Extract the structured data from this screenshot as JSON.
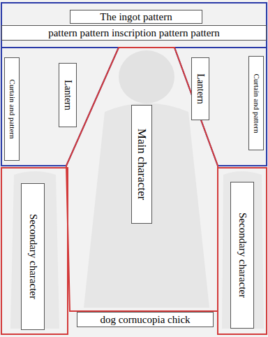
{
  "diagram": {
    "nodes": [
      {
        "text": [
          "The ingot pattern"
        ]
      },
      {
        "text": [
          "pattern pattern inscription pattern pattern"
        ]
      },
      {
        "text": [
          "Curtain and pattern"
        ]
      },
      {
        "text": [
          "Lantern"
        ]
      },
      {
        "text": [
          "Main character"
        ]
      },
      {
        "text": [
          "Lantern"
        ]
      },
      {
        "text": [
          "Curtain and pattern"
        ]
      },
      {
        "text": [
          "Secondary character"
        ]
      },
      {
        "text": [
          "Secondary character"
        ]
      },
      {
        "text": [
          "dog cornucopia chick"
        ]
      }
    ]
  }
}
